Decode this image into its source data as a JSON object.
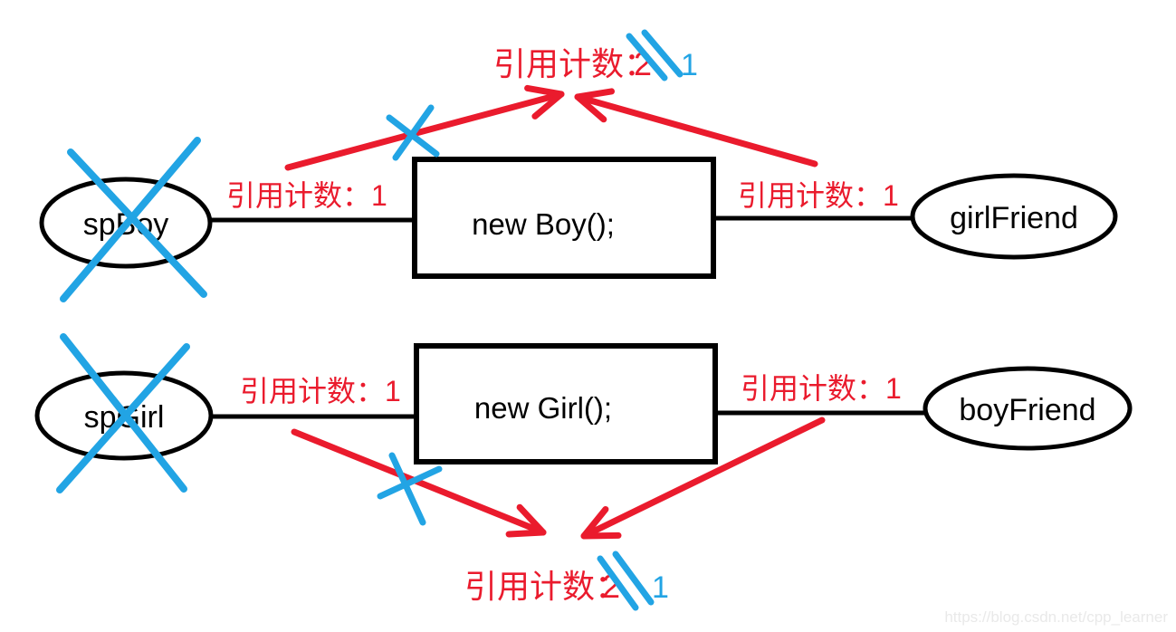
{
  "colors": {
    "annotation_red": "#ea1b2d",
    "annotation_blue": "#22a4e4",
    "ink_black": "#000000",
    "watermark_gray": "#e9e9e9"
  },
  "nodes": {
    "sp_boy": "spBoy",
    "sp_girl": "spGirl",
    "girl_friend": "girlFriend",
    "boy_friend": "boyFriend",
    "boy_object": "new Boy();",
    "girl_object": "new Girl();"
  },
  "ref_labels": {
    "sp_boy_edge": "引用计数：1",
    "girl_friend_edge": "引用计数：1",
    "sp_girl_edge": "引用计数：1",
    "boy_friend_edge": "引用计数：1"
  },
  "counters": {
    "top": {
      "prefix": "引用计数：",
      "old_value": "2",
      "new_value": "1"
    },
    "bottom": {
      "prefix": "引用计数：",
      "old_value": "2",
      "new_value": "1"
    }
  },
  "watermark": "https://blog.csdn.net/cpp_learner"
}
